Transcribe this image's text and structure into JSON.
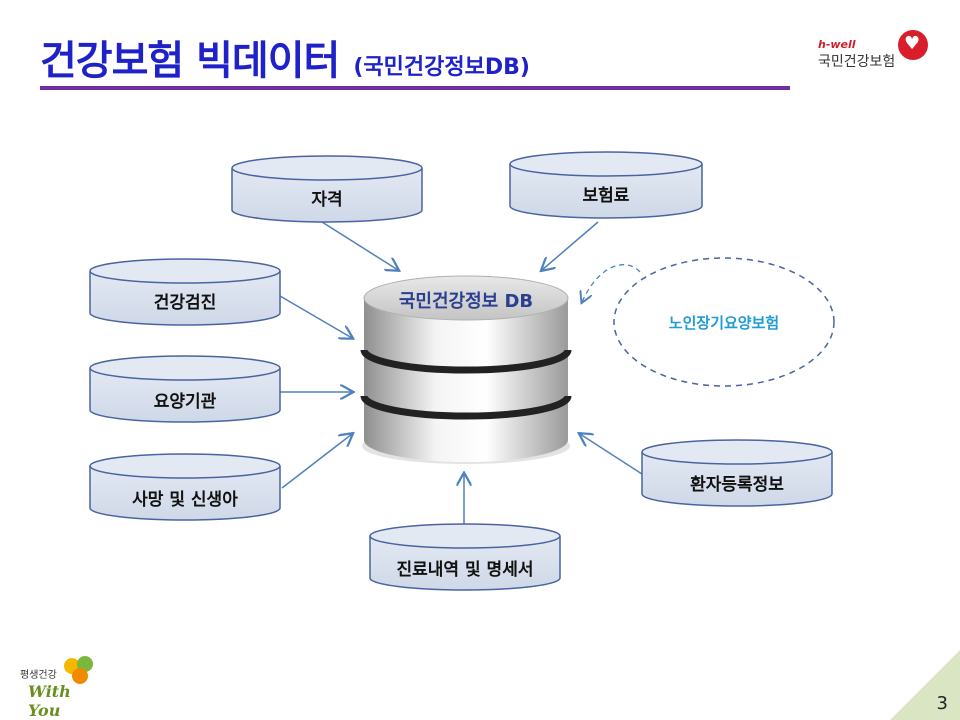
{
  "header": {
    "title": "건강보험 빅데이터",
    "subtitle": "(국민건강정보DB)"
  },
  "logo": {
    "brand_small": "h-well",
    "brand_name": "국민건강보험"
  },
  "diagram": {
    "center_label": "국민건강정보 DB",
    "nodes": {
      "eligibility": "자격",
      "premium": "보험료",
      "checkup": "건강검진",
      "care_institution": "요양기관",
      "death_birth": "사망 및 신생아",
      "treatment": "진료내역 및 명세서",
      "patient_registry": "환자등록정보"
    },
    "dashed_label": "노인장기요양보험"
  },
  "footer": {
    "slogan": "평생건강",
    "with_you": "With You",
    "page_number": "3"
  },
  "colors": {
    "title": "#1e22c8",
    "underline": "#6f2fa0",
    "cylinder_fill": "#dbe3f0",
    "cylinder_stroke": "#4a64a0",
    "arrow": "#4f81bd",
    "dashed_text": "#1f9bd7"
  }
}
